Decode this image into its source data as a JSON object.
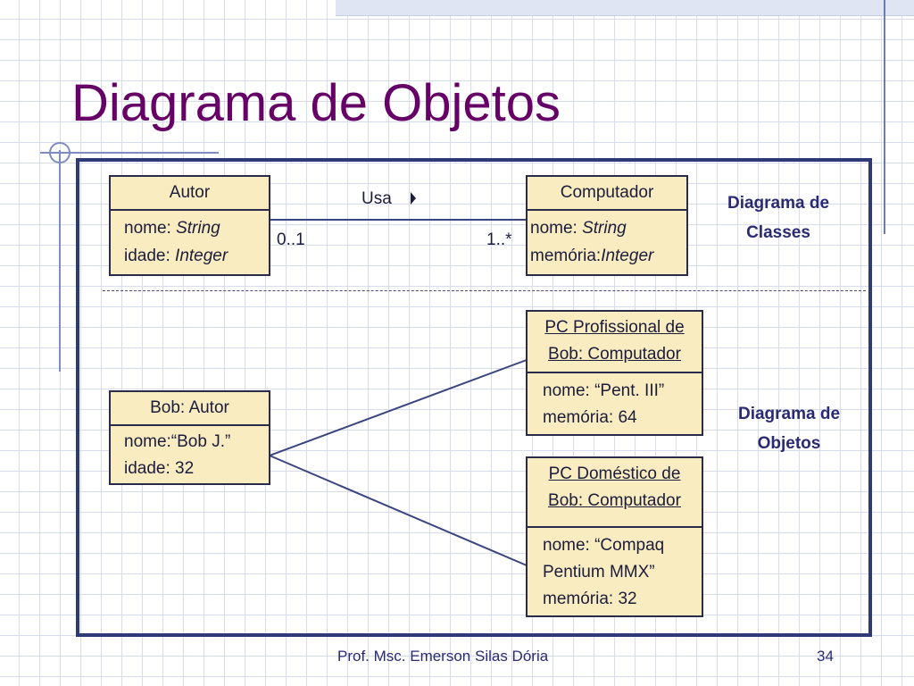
{
  "title": "Diagrama de Objetos",
  "class_diagram": {
    "label": "Diagrama de Classes",
    "autor": {
      "name": "Autor",
      "attr1_name": "nome: ",
      "attr1_type": "String",
      "attr2_name": "idade: ",
      "attr2_type": "Integer"
    },
    "computador": {
      "name": "Computador",
      "attr1_name": "nome: ",
      "attr1_type": "String",
      "attr2_name": "memória:",
      "attr2_type": "Integer"
    },
    "association": {
      "name": "Usa",
      "mult_left": "0..1",
      "mult_right": "1..*"
    }
  },
  "object_diagram": {
    "label": "Diagrama de Objetos",
    "bob": {
      "name": "Bob: Autor",
      "attrs": [
        "nome:“Bob J.”",
        "idade: 32"
      ]
    },
    "pc1": {
      "name_lines": [
        "PC Profissional de",
        "Bob: Computador"
      ],
      "attrs": [
        "nome: “Pent. III”",
        "memória: 64"
      ]
    },
    "pc2": {
      "name_lines": [
        "PC Doméstico de",
        "Bob: Computador"
      ],
      "attrs": [
        "nome: “Compaq",
        "Pentium MMX”",
        "memória: 32"
      ]
    }
  },
  "footer": {
    "author": "Prof. Msc. Emerson Silas Dória",
    "page": "34"
  }
}
